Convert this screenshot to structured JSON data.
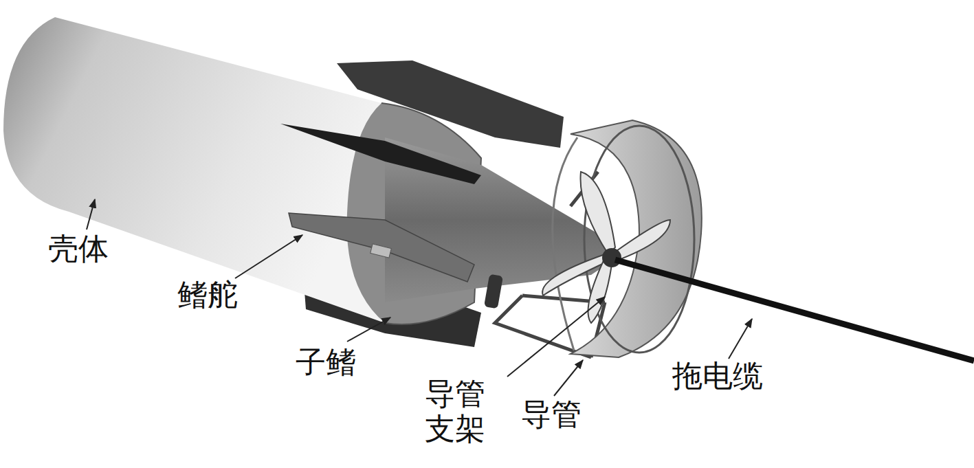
{
  "diagram": {
    "labels": [
      "壳体",
      "鳍舵",
      "子鳍",
      "导管 支架",
      "导管",
      "拖电缆"
    ]
  }
}
